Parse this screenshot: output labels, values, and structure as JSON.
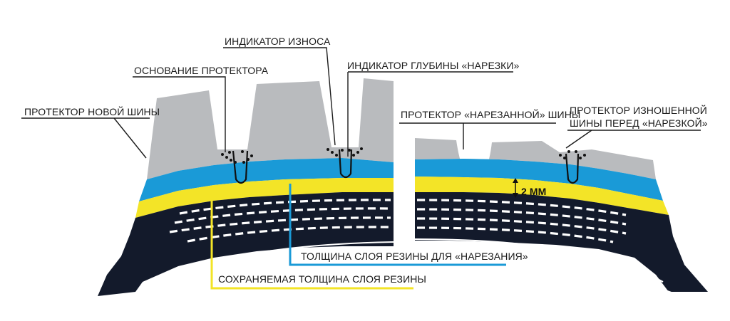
{
  "labels": {
    "new_tread": "ПРОТЕКТОР НОВОЙ ШИНЫ",
    "tread_base": "ОСНОВАНИЕ ПРОТЕКТОРА",
    "wear_indicator": "ИНДИКАТОР ИЗНОСА",
    "regroove_depth_indicator": "ИНДИКАТОР ГЛУБИНЫ «НАРЕЗКИ»",
    "regrooved_tread": "ПРОТЕКТОР «НАРЕЗАННОЙ» ШИНЫ",
    "worn_tread_line1": "ПРОТЕКТОР ИЗНОШЕННОЙ",
    "worn_tread_line2": "ШИНЫ ПЕРЕД «НАРЕЗКОЙ»",
    "regroove_layer": "ТОЛЩИНА СЛОЯ РЕЗИНЫ ДЛЯ «НАРЕЗАНИЯ»",
    "preserved_layer": "СОХРАНЯЕМАЯ ТОЛЩИНА СЛОЯ РЕЗИНЫ",
    "dimension": "2 ММ"
  },
  "colors": {
    "tread": "#b9bbbe",
    "regroove_layer": "#1a9ad7",
    "preserved_layer": "#f3e427",
    "carcass": "#131a2b",
    "cord": "#ffffff",
    "leader": "#1b1b1b"
  }
}
